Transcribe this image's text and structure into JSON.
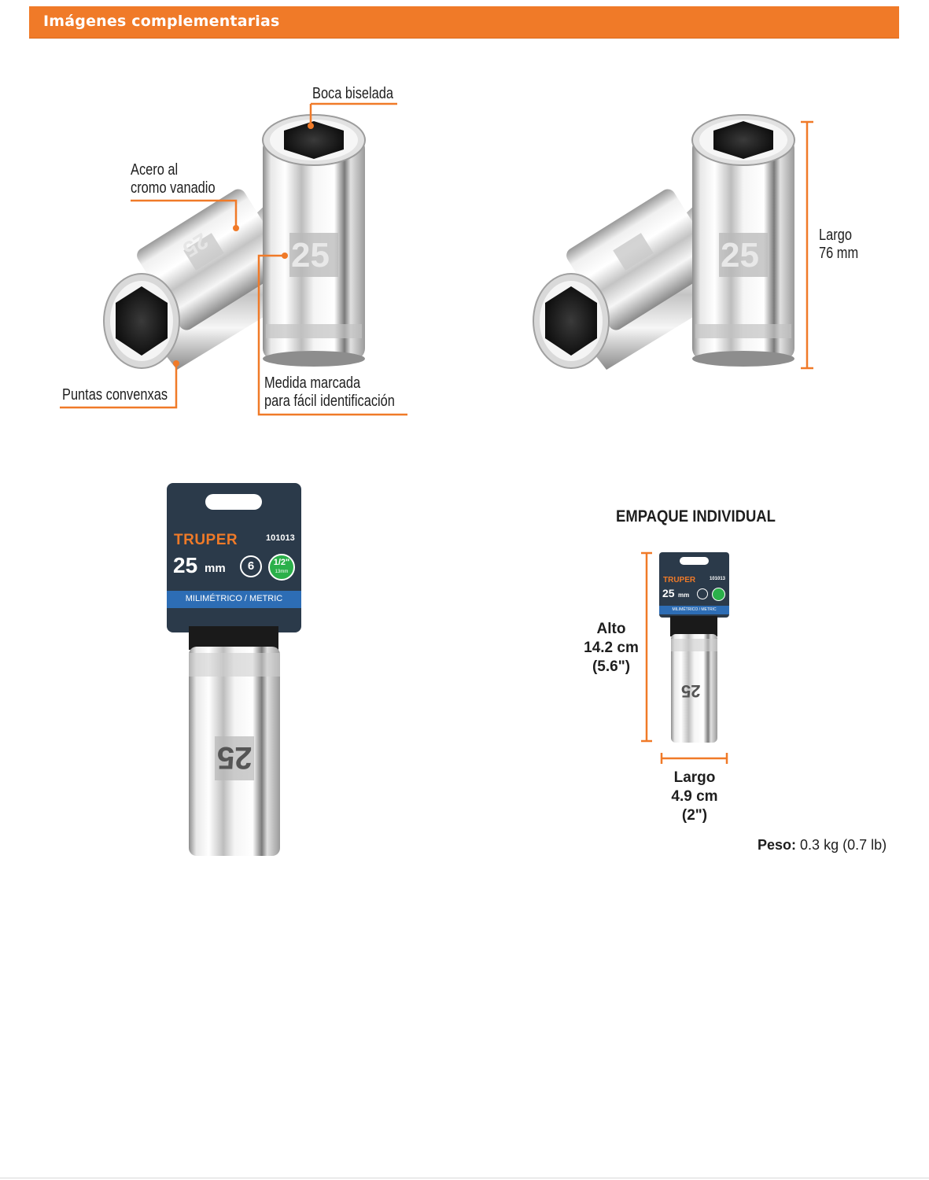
{
  "header": {
    "title": "Imágenes complementarias"
  },
  "colors": {
    "accent": "#f07a28",
    "pack_dark": "#2b3a4a",
    "pack_band": "#2d6db5",
    "drive_green": "#2bb04a"
  },
  "figure1": {
    "callouts": {
      "boca": "Boca biselada",
      "acero_1": "Acero al",
      "acero_2": "cromo vanadio",
      "puntas": "Puntas convenxas",
      "medida_1": "Medida marcada",
      "medida_2": "para fácil identificación"
    },
    "socket_number": "25"
  },
  "figure2": {
    "dim_label_1": "Largo",
    "dim_label_2": "76 mm",
    "socket_number": "25"
  },
  "package": {
    "brand": "TRUPER",
    "code": "101013",
    "size_num": "25",
    "size_unit": "mm",
    "points": "6",
    "drive": "1/2\"",
    "drive_sub": "13mm",
    "band": "MILIMÉTRICO / METRIC",
    "socket_number": "25"
  },
  "empaque": {
    "title": "EMPAQUE INDIVIDUAL",
    "alto_1": "Alto",
    "alto_2": "14.2 cm",
    "alto_3": "(5.6\")",
    "largo_1": "Largo",
    "largo_2": "4.9 cm",
    "largo_3": "(2\")",
    "peso_label": "Peso:",
    "peso_value": "0.3 kg (0.7 lb)"
  }
}
